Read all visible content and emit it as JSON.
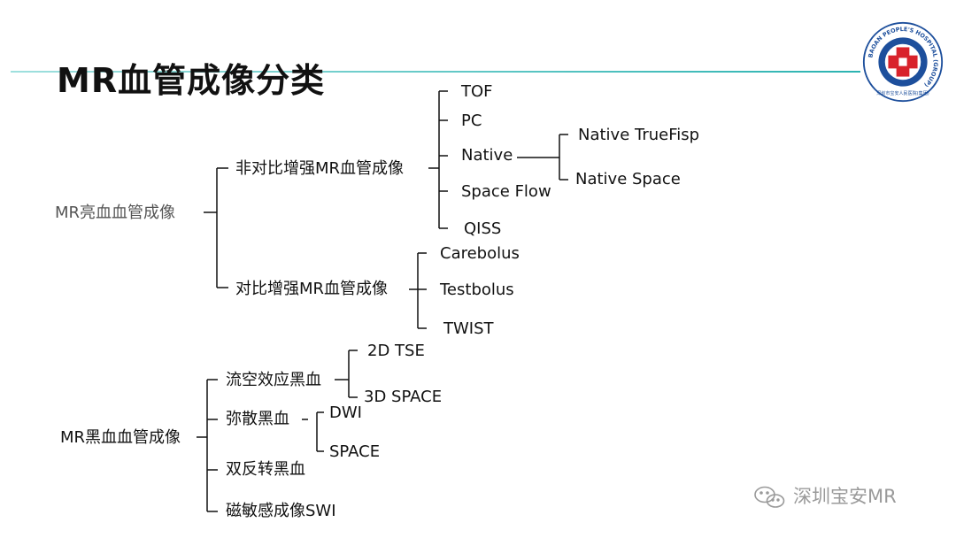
{
  "slide": {
    "title": "MR血管成像分类",
    "colors": {
      "accent_line": "#2bb3b1",
      "logo_blue": "#1d4f9c",
      "logo_red": "#d8222b",
      "watermark": "#9a9a9a"
    }
  },
  "tree": {
    "bright": {
      "label": "MR亮血血管成像",
      "noncontrast": {
        "label": "非对比增强MR血管成像",
        "items": [
          "TOF",
          "PC",
          "Native",
          "Space Flow",
          "QISS"
        ],
        "native_children": [
          "Native TrueFisp",
          "Native Space"
        ]
      },
      "contrast": {
        "label": "对比增强MR血管成像",
        "items": [
          "Carebolus",
          "Testbolus",
          "TWIST"
        ]
      }
    },
    "black": {
      "label": "MR黑血血管成像",
      "flowvoid": {
        "label": "流空效应黑血",
        "items": [
          "2D TSE",
          "3D SPACE"
        ]
      },
      "diffusion": {
        "label": "弥散黑血",
        "items": [
          "DWI",
          "SPACE"
        ]
      },
      "inversion": {
        "label": "双反转黑血"
      },
      "swi": {
        "label": "磁敏感成像SWI"
      }
    }
  },
  "logo": {
    "ring_text": "BAOAN PEOPLE'S HOSPITAL (GROUP)",
    "cn_text": "深圳市宝安人民医院(集团)",
    "icon": "hospital-cross-icon"
  },
  "watermark": {
    "icon": "wechat-icon",
    "text": "深圳宝安MR"
  }
}
